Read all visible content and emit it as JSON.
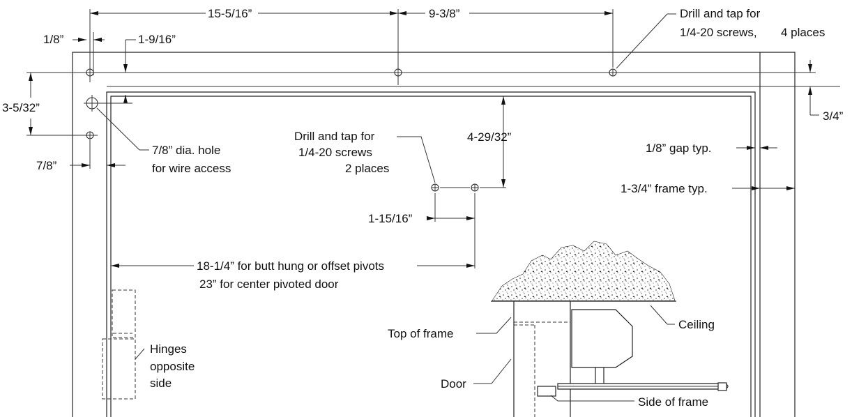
{
  "dimensions": {
    "top_left_span": "15-5/16”",
    "top_right_span": "9-3/8”",
    "edge_offset": "1/8”",
    "vertical_offset": "1-9/16”",
    "vertical_span": "3-5/32”",
    "side_hole_offset": "7/8”",
    "right_top_offset": "3/4”",
    "middle_depth": "4-29/32”",
    "middle_hole_spacing": "1-15/16”"
  },
  "callouts": {
    "drill_top_line1": "Drill and tap for",
    "drill_top_line2": "1/4-20 screws,",
    "drill_top_line2_suffix": "4 places",
    "drill_mid_line1": "Drill and tap for",
    "drill_mid_line2": "1/4-20 screws",
    "drill_mid_line3": "2 places",
    "wire_hole_line1": "7/8” dia. hole",
    "wire_hole_line2": "for wire access",
    "gap": "1/8” gap typ.",
    "frame": "1-3/4” frame typ.",
    "offset_line1": "18-1/4” for butt hung or offset pivots",
    "offset_line2": "23” for center pivoted door",
    "hinges_line1": "Hinges",
    "hinges_line2": "opposite",
    "hinges_line3": "side"
  },
  "detail": {
    "ceiling": "Ceiling",
    "top_of_frame": "Top of frame",
    "door": "Door",
    "side_of_frame": "Side of frame"
  }
}
